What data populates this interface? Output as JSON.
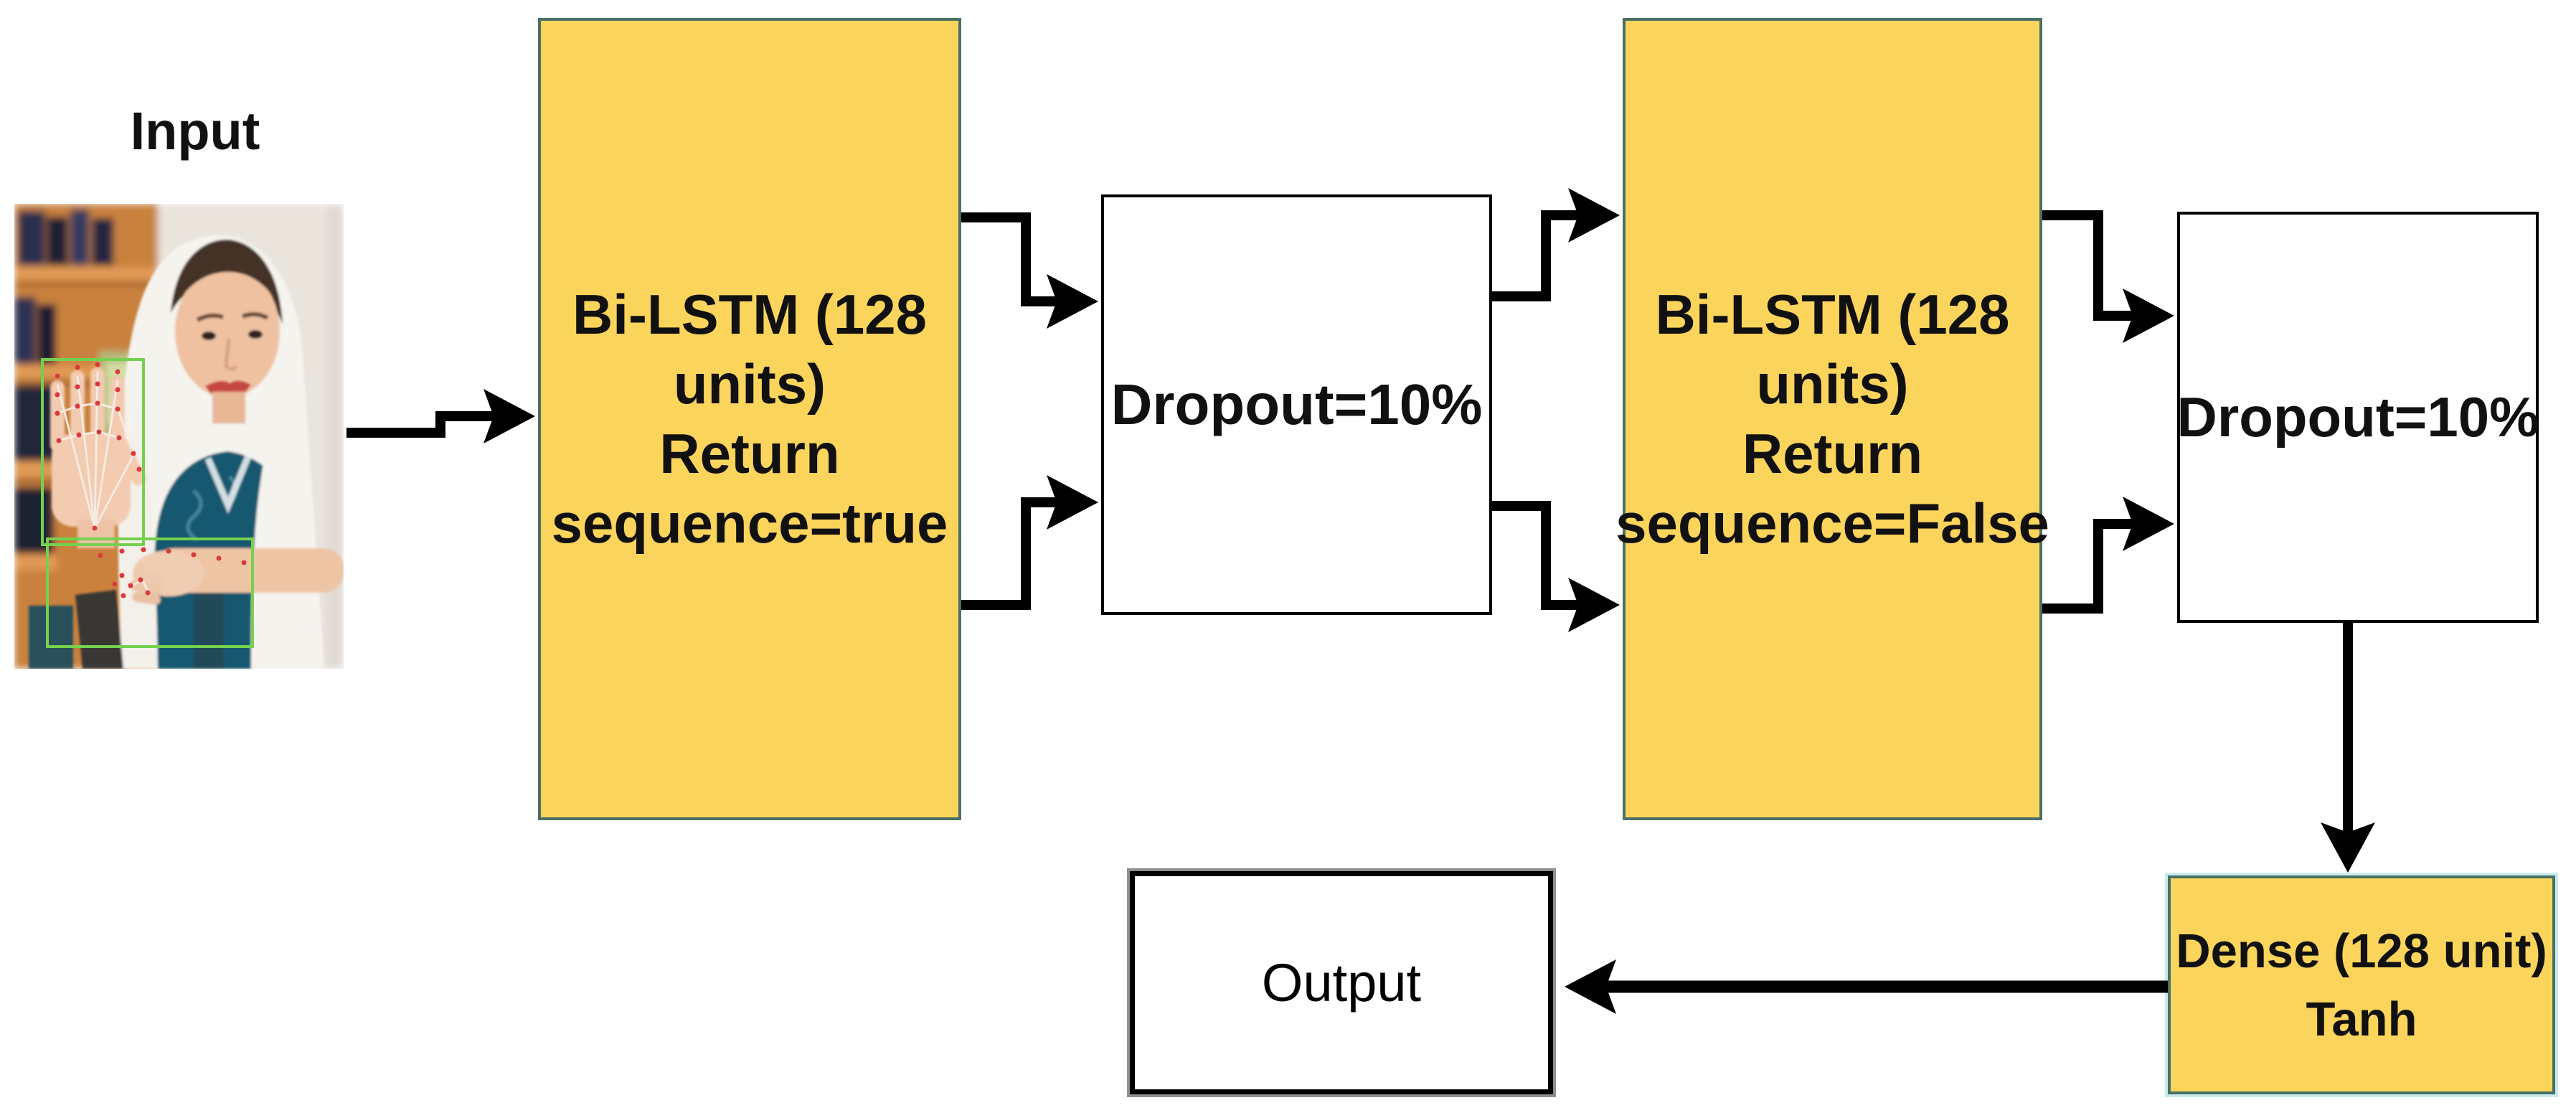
{
  "figure": {
    "input_label": "Input",
    "nodes": {
      "bilstm1": "Bi-LSTM (128\nunits)\nReturn\nsequence=true",
      "dropout1": "Dropout=10%",
      "bilstm2": "Bi-LSTM (128\nunits)\nReturn\nsequence=False",
      "dropout2": "Dropout=10%",
      "dense": "Dense (128 unit)\nTanh",
      "output": "Output"
    },
    "colors": {
      "node_fill_yellow": "#FBD45C",
      "node_border_teal": "#4A7163",
      "node_border_black": "#000000",
      "output_shadow_gray": "#8F8F8F",
      "arrow_black": "#000000",
      "hand_box_green": "#74D14F",
      "landmark_red": "#DA3A3C",
      "background": "#FFFFFF"
    }
  }
}
